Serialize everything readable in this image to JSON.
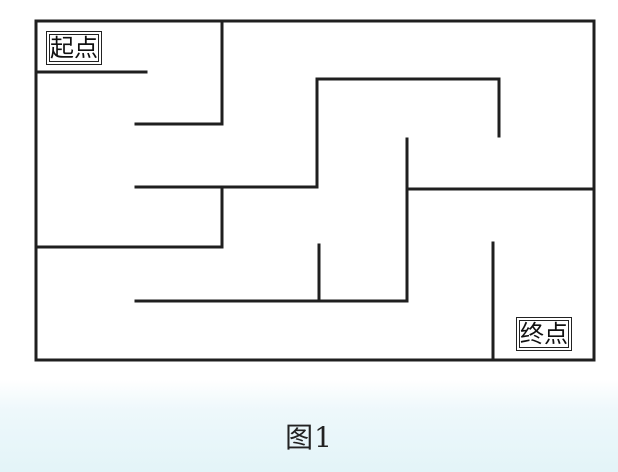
{
  "maze": {
    "start_label": "起点",
    "end_label": "终点"
  },
  "caption": "图1",
  "colors": {
    "line": "#1f1f1f",
    "background": "#ffffff",
    "bottom_tint": "#e3f4f8"
  }
}
